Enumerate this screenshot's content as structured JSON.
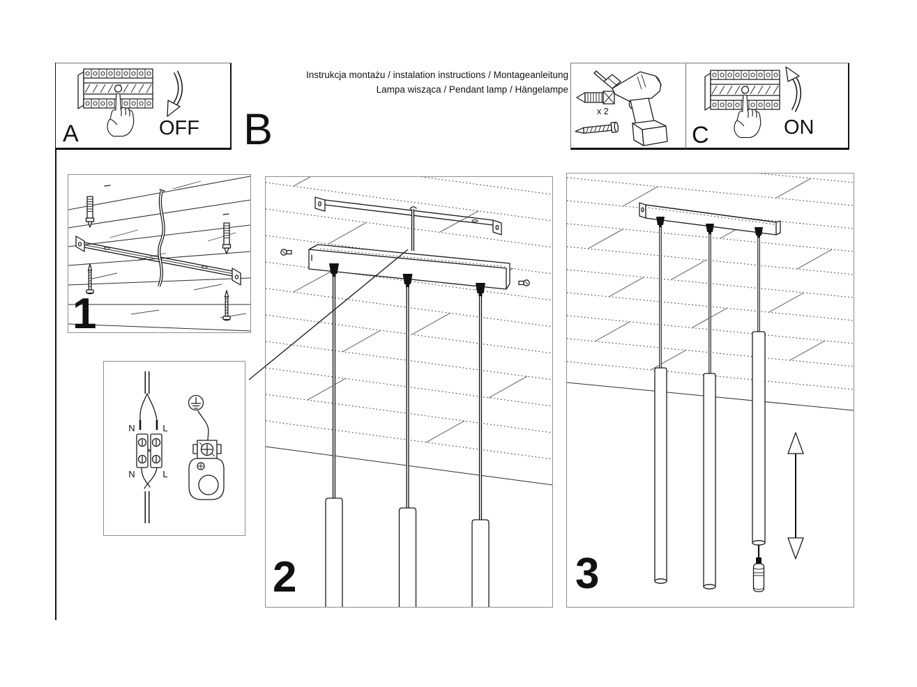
{
  "header": {
    "title_line1": "Instrukcja montażu / instalation instructions / Montageanleitung",
    "title_line2": "Lampa wisząca / Pendant lamp / Hängelampe"
  },
  "panel_a": {
    "label": "A",
    "action": "OFF"
  },
  "panel_b": {
    "label": "B"
  },
  "panel_c": {
    "label": "C",
    "action": "ON"
  },
  "tools": {
    "anchor_quantity": "x 2"
  },
  "step1": {
    "number": "1"
  },
  "step2": {
    "number": "2"
  },
  "step3": {
    "number": "3"
  },
  "wiring_inset": {
    "top_left": "N",
    "top_right": "L",
    "bottom_left": "N",
    "bottom_right": "L"
  },
  "colors": {
    "ink": "#1a1a1a",
    "panel_border": "#8d8d8d",
    "paper": "#ffffff",
    "cord_grip": "#111111"
  }
}
